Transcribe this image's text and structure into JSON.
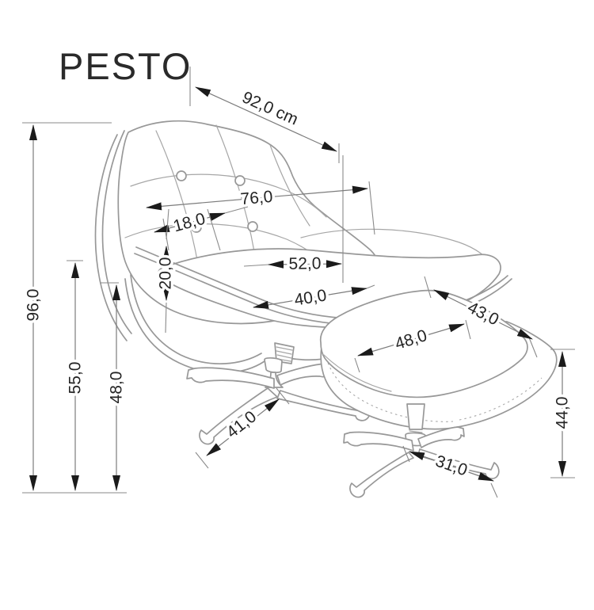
{
  "title": "PESTO",
  "unit": "cm",
  "colors": {
    "background": "#ffffff",
    "line_art": "#989898",
    "dimension_line": "#7c7c7c",
    "arrow": "#1b1b1b",
    "text": "#242424"
  },
  "dimensions": {
    "overall_diagonal": "92,0 cm",
    "backrest_width": "76,0",
    "armrest_width": "18,0",
    "seat_width": "52,0",
    "seat_depth": "40,0",
    "armrest_thickness": "20,0",
    "overall_height": "96,0",
    "armrest_height": "55,0",
    "seat_height": "48,0",
    "chair_base_leg": "41,0",
    "ottoman_depth": "43,0",
    "ottoman_width": "48,0",
    "ottoman_base_leg": "31,0",
    "ottoman_height": "44,0"
  }
}
